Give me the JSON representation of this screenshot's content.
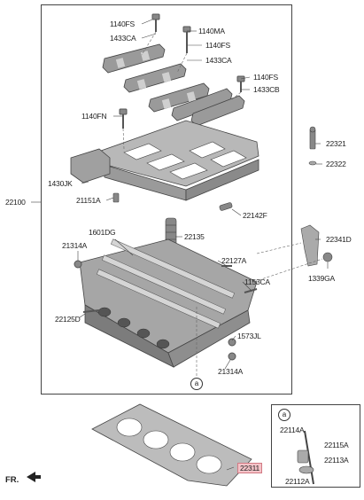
{
  "labels": {
    "p1140fs_a": "1140FS",
    "p1433ca_a": "1433CA",
    "p1140ma": "1140MA",
    "p1140fs_b": "1140FS",
    "p1433ca_b": "1433CA",
    "p1140fs_c": "1140FS",
    "p1433cb": "1433CB",
    "p1140fn": "1140FN",
    "p22321": "22321",
    "p22322": "22322",
    "p22100": "22100",
    "p1430jk": "1430JK",
    "p21151a": "21151A",
    "p22142f": "22142F",
    "p1601dg": "1601DG",
    "p22135": "22135",
    "p21314a_a": "21314A",
    "p22127a": "22127A",
    "p22341d": "22341D",
    "p1339ga": "1339GA",
    "p1153ca": "1153CA",
    "p22125d": "22125D",
    "p1573jl": "1573JL",
    "p21314a_b": "21314A",
    "p22311": "22311",
    "p22114a": "22114A",
    "p22115a": "22115A",
    "p22113a": "22113A",
    "p22112a": "22112A"
  },
  "callouts": {
    "main": "a",
    "detail": "a"
  },
  "front_indicator": "FR."
}
